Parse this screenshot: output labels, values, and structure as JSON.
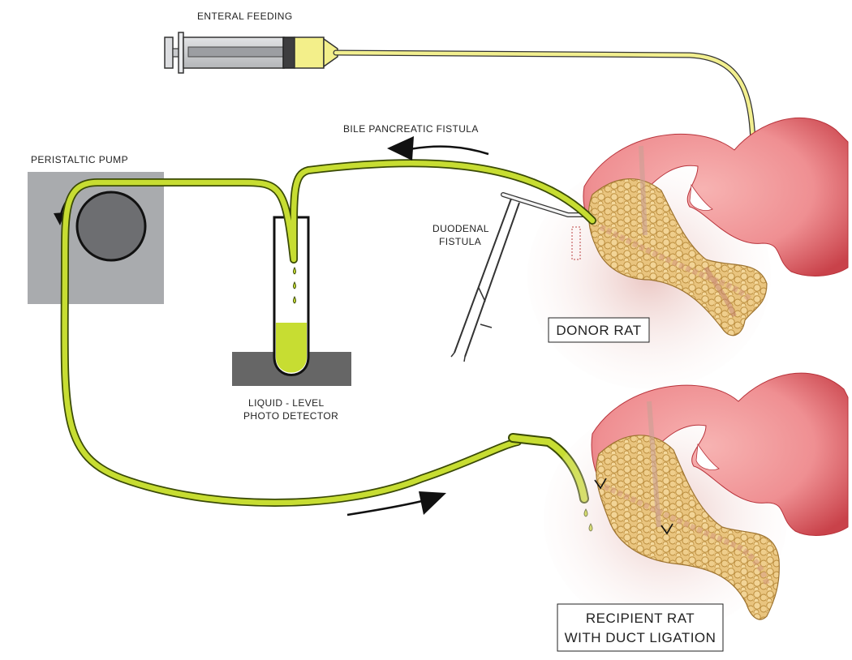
{
  "labels": {
    "enteral_feeding": "ENTERAL FEEDING",
    "bile_fistula": "BILE PANCREATIC FISTULA",
    "peristaltic_pump": "PERISTALTIC PUMP",
    "duodenal_1": "DUODENAL",
    "duodenal_2": "FISTULA",
    "detector_1": "LIQUID - LEVEL",
    "detector_2": "PHOTO DETECTOR",
    "donor": "DONOR RAT",
    "recipient_1": "RECIPIENT RAT",
    "recipient_2": "WITH DUCT LIGATION"
  },
  "colors": {
    "tube_fill": "#c7dd32",
    "tube_outline": "#3a4a06",
    "feeding_tube": "#f2ef8f",
    "stomach": "#f09a9c",
    "stomach_dark": "#c8474c",
    "pancreas": "#e8c27a",
    "pump_box": "#a9abae",
    "rotor": "#6d6e71",
    "base": "#666666"
  },
  "icons": [
    "syringe-icon",
    "pump-rotor-icon",
    "test-tube-icon",
    "forceps-icon",
    "stomach-icon",
    "pancreas-icon",
    "flow-arrow-icon"
  ]
}
